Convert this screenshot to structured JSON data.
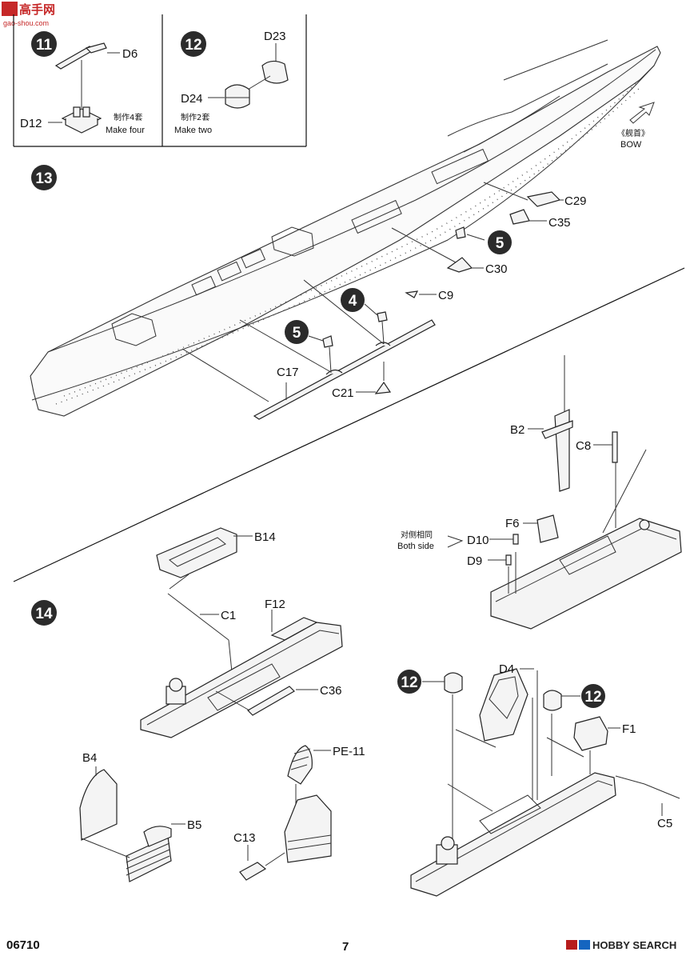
{
  "watermark": {
    "logo_text": "高手网",
    "site": "gao-shou.com"
  },
  "colors": {
    "badge": "#2b2b2b",
    "line": "#333333",
    "watermark_red": "#c62828"
  },
  "steps": [
    {
      "number": "11",
      "parts": [
        "D6",
        "D12"
      ],
      "note_cn": "制作4套",
      "note_en": "Make four"
    },
    {
      "number": "12",
      "parts": [
        "D23",
        "D24"
      ],
      "note_cn": "制作2套",
      "note_en": "Make two"
    },
    {
      "number": "13",
      "bow_cn": "《舰首》",
      "bow_en": "BOW",
      "parts": [
        "C29",
        "C35",
        "C30",
        "C9",
        "C17",
        "C21"
      ],
      "sub_refs": [
        "5",
        "4",
        "5"
      ]
    },
    {
      "number": "14",
      "both_side_cn": "对侧相同",
      "both_side_en": "Both side",
      "parts": [
        "B2",
        "C8",
        "F6",
        "D10",
        "D9",
        "B14",
        "C1",
        "F12",
        "C36",
        "D4",
        "F1",
        "C5",
        "B4",
        "B5",
        "PE-11",
        "C13"
      ],
      "sub_refs": [
        "12",
        "12"
      ]
    }
  ],
  "footer": {
    "code": "06710",
    "page": "7",
    "brand": "HOBBY SEARCH"
  }
}
